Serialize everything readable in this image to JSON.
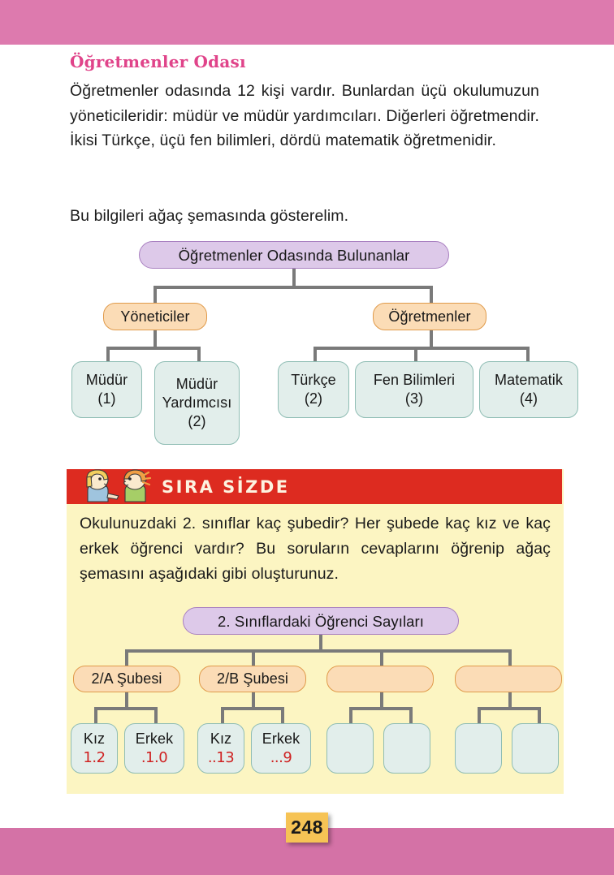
{
  "page": {
    "number": "248",
    "accent_pink": "#dd7aae",
    "heading_color": "#e0448a",
    "activity_red": "#dd2b20",
    "activity_yellow": "#fcf5c2",
    "handwriting_red": "#cf2222"
  },
  "lesson": {
    "title": "Öğretmenler Odası",
    "paragraph1": "Öğretmenler odasında 12 kişi vardır. Bunlardan üçü okulumuzun yöneticileridir: müdür ve müdür yardımcıları. Diğerleri öğretmendir. İkisi Türkçe, üçü fen bilimleri, dördü matematik öğretmenidir.",
    "paragraph2": "Bu bilgileri ağaç şemasında gösterelim."
  },
  "tree1": {
    "root": "Öğretmenler Odasında Bulunanlar",
    "branches": [
      {
        "label": "Yöneticiler"
      },
      {
        "label": "Öğretmenler"
      }
    ],
    "leaves": [
      {
        "label": "Müdür",
        "count": "(1)"
      },
      {
        "label": "Müdür Yardımcısı",
        "count": "(2)"
      },
      {
        "label": "Türkçe",
        "count": "(2)"
      },
      {
        "label": "Fen Bilimleri",
        "count": "(3)"
      },
      {
        "label": "Matematik",
        "count": "(4)"
      }
    ]
  },
  "activity": {
    "title": "SIRA SİZDE",
    "icon": "two-children-icon",
    "text": "Okulunuzdaki 2. sınıflar kaç şubedir? Her şubede kaç kız ve kaç erkek öğrenci vardır? Bu soruların cevaplarını öğrenip ağaç şemasını aşağıdaki gibi oluşturunuz."
  },
  "tree2": {
    "root": "2. Sınıflardaki Öğrenci Sayıları",
    "branches": [
      {
        "label": "2/A Şubesi"
      },
      {
        "label": "2/B Şubesi"
      },
      {
        "label": ""
      },
      {
        "label": ""
      }
    ],
    "leaves": [
      {
        "label": "Kız",
        "value": "1.2"
      },
      {
        "label": "Erkek",
        "value": ".1.0"
      },
      {
        "label": "Kız",
        "value": "..13"
      },
      {
        "label": "Erkek",
        "value": "...9"
      },
      {
        "label": "",
        "value": ""
      },
      {
        "label": "",
        "value": ""
      },
      {
        "label": "",
        "value": ""
      },
      {
        "label": "",
        "value": ""
      }
    ]
  }
}
